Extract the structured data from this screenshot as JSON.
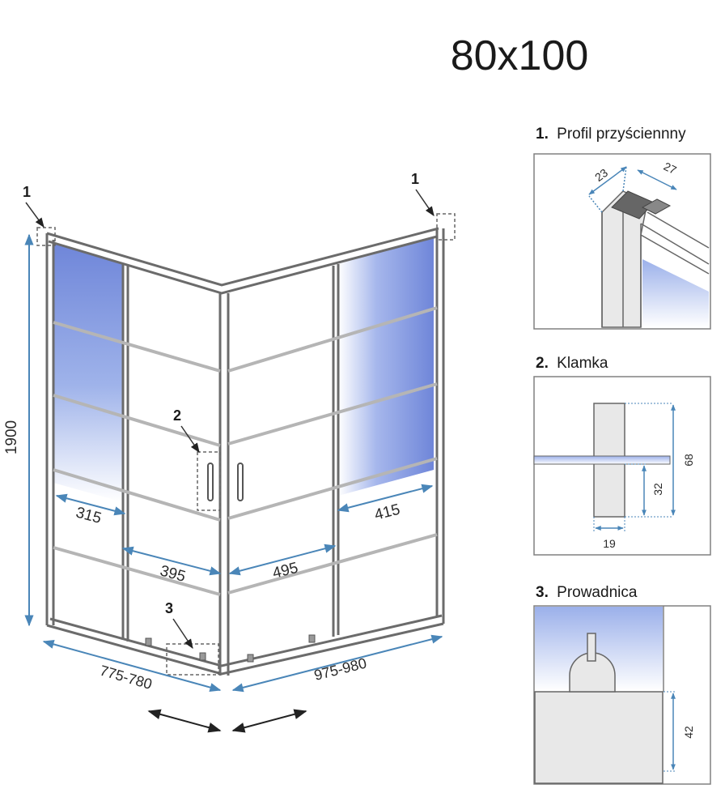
{
  "title": "80x100",
  "main": {
    "dimensions": {
      "height": "1900",
      "width_left": "775-780",
      "width_right": "975-980",
      "left_fixed_width": "315",
      "left_door_width": "395",
      "right_door_width": "495",
      "right_fixed_width": "415"
    },
    "callouts": [
      "1",
      "1",
      "2",
      "3"
    ]
  },
  "details": [
    {
      "number": "1.",
      "label": "Profil przyściennny",
      "dims": [
        "23",
        "27"
      ]
    },
    {
      "number": "2.",
      "label": "Klamka",
      "dims": [
        "68",
        "32",
        "19"
      ]
    },
    {
      "number": "3.",
      "label": "Prowadnica",
      "dims": [
        "42"
      ]
    }
  ],
  "colors": {
    "dimension_arrow": "#4a86b8",
    "glass_tint": "#6f86d9",
    "frame": "#6b6b6b",
    "detail_border": "#808080"
  }
}
